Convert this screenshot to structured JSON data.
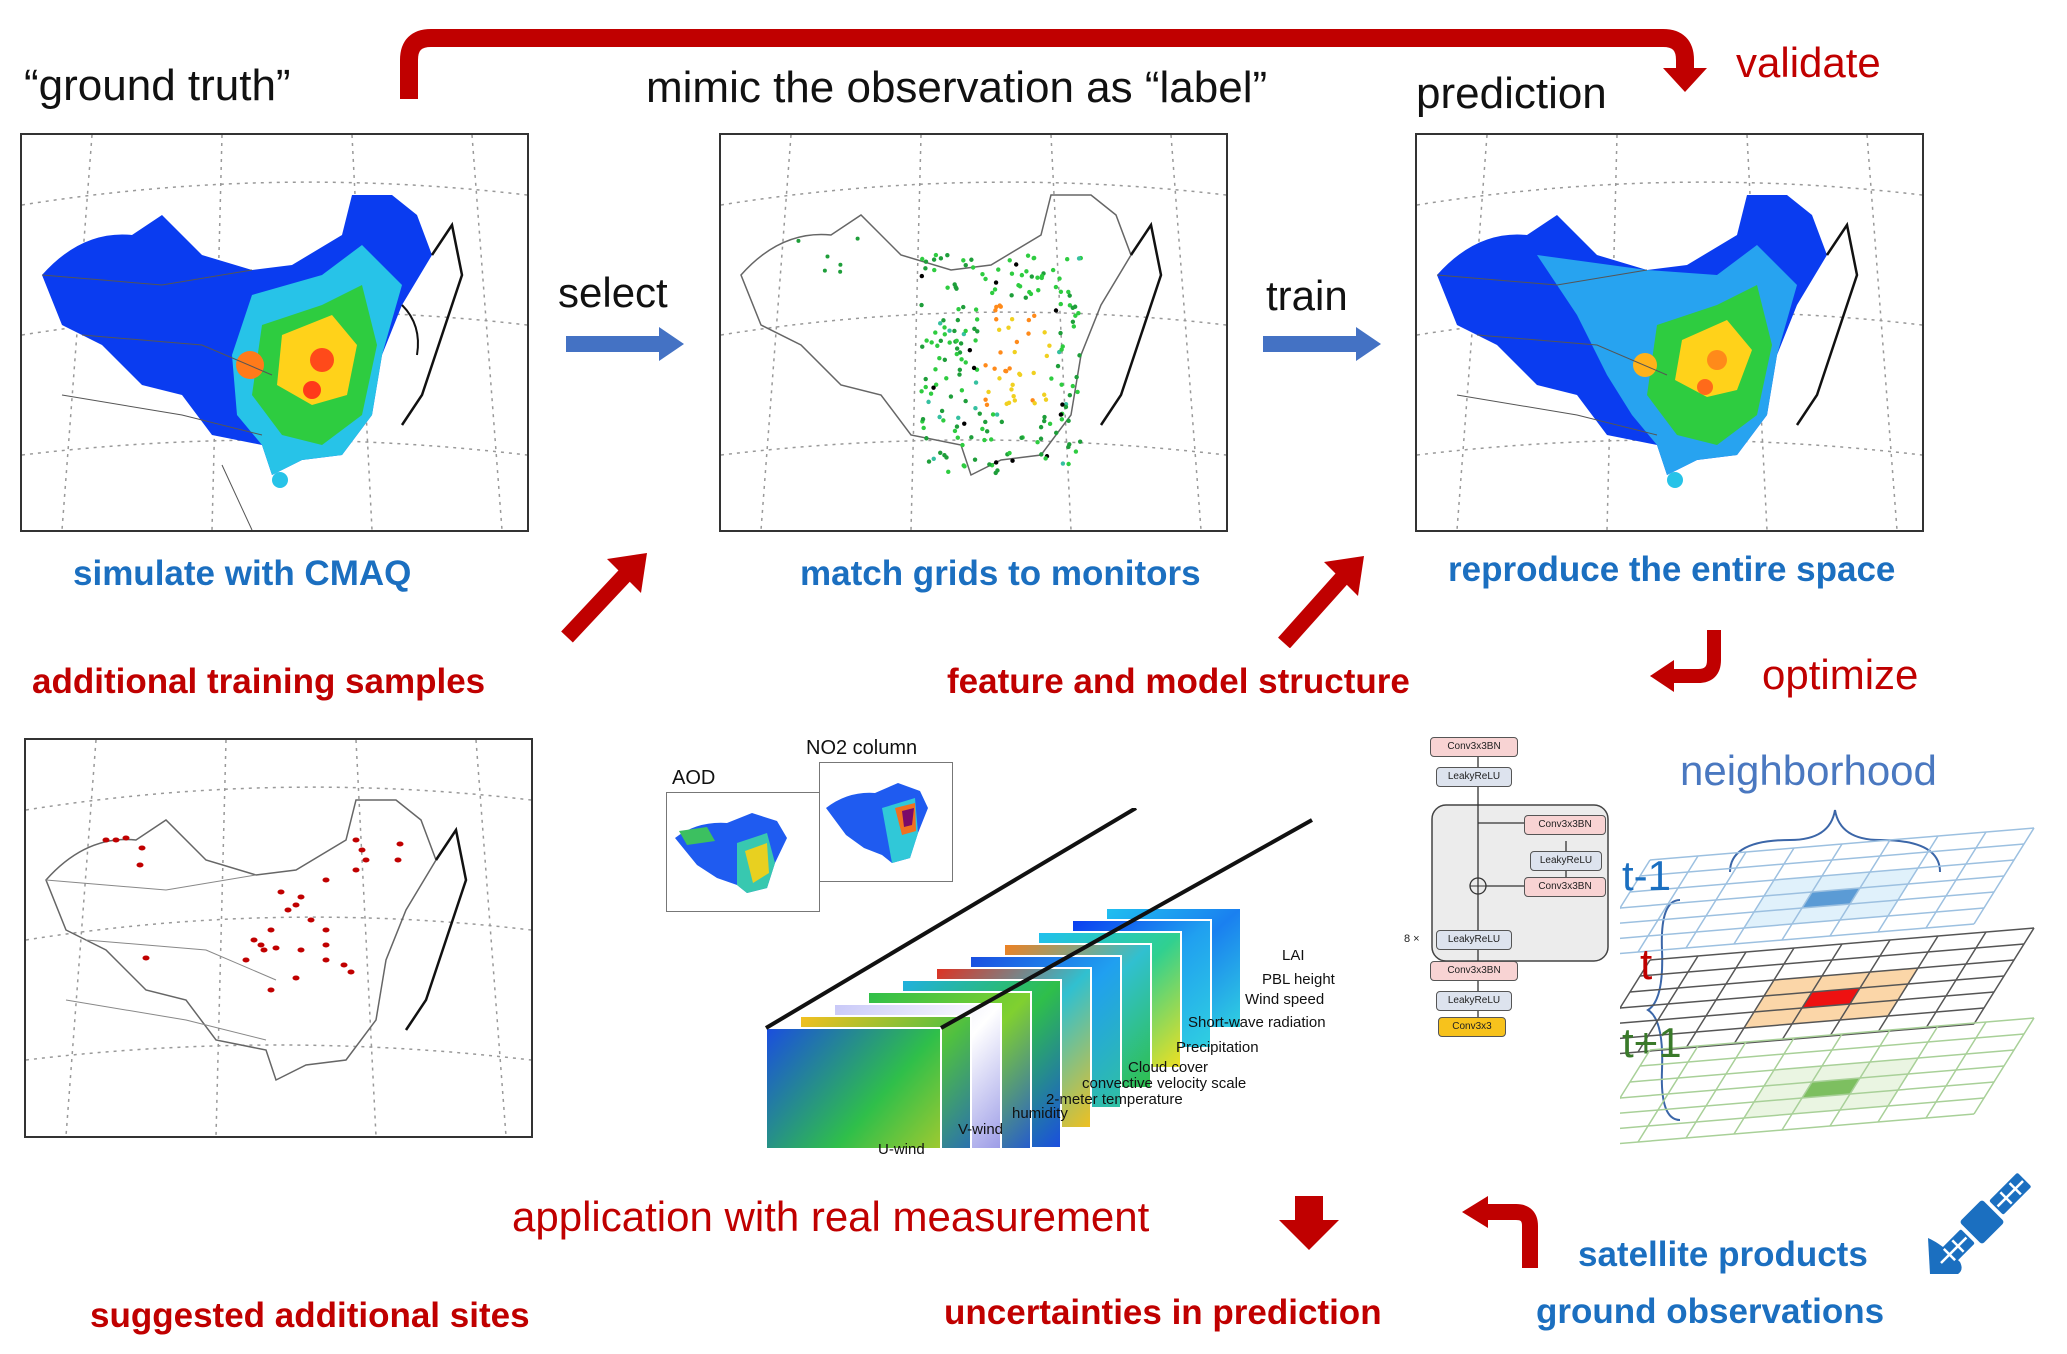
{
  "title_labels": {
    "ground_truth": "“ground truth”",
    "mimic": "mimic the observation as “label”",
    "prediction": "prediction",
    "validate": "validate"
  },
  "flow_labels": {
    "select": "select",
    "train": "train",
    "optimize": "optimize",
    "application": "application with real measurement"
  },
  "captions": {
    "simulate": "simulate with CMAQ",
    "match": "match grids to monitors",
    "reproduce": "reproduce the entire space",
    "additional_training": "additional training samples",
    "feature_model": "feature and model structure",
    "suggested_sites": "suggested additional sites",
    "uncertainties": "uncertainties in prediction",
    "satellite_products": "satellite products",
    "ground_observations": "ground observations"
  },
  "inset_maps": {
    "aod": "AOD",
    "no2": "NO2 column"
  },
  "feature_layers": [
    "U-wind",
    "V-wind",
    "humidity",
    "2-meter temperature",
    "convective velocity scale",
    "Cloud cover",
    "Precipitation",
    "Short-wave radiation",
    "Wind speed",
    "PBL height",
    "LAI"
  ],
  "cnn": {
    "top_conv": "Conv3x3BN",
    "top_relu": "LeakyReLU",
    "block_conv1": "Conv3x3BN",
    "block_relu": "LeakyReLU",
    "block_conv2": "Conv3x3BN",
    "block_out_relu": "LeakyReLU",
    "repeat": "8 ×",
    "bottom_conv": "Conv3x3BN",
    "bottom_relu": "LeakyReLU",
    "final_conv": "Conv3x3"
  },
  "neighborhood": {
    "title": "neighborhood",
    "t_minus": "t-1",
    "t": "t",
    "t_plus": "t+1"
  },
  "colors": {
    "red": "#c00000",
    "blue_text": "#1b6fc0",
    "arrow_blue": "#4472c4",
    "map_low": "#0a3cf0",
    "map_mid": "#2ecc40",
    "map_high": "#ff2a00"
  }
}
